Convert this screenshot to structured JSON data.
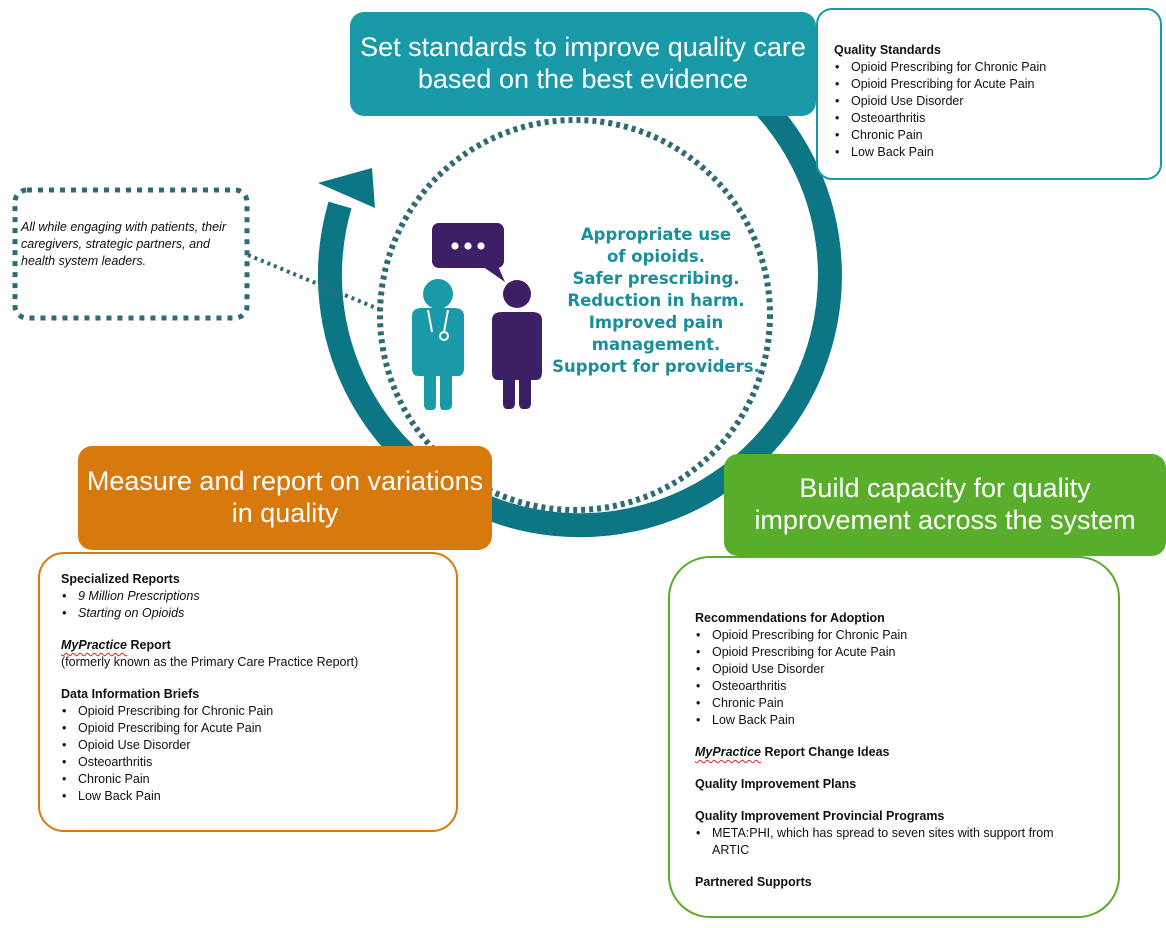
{
  "center": {
    "outcomes": [
      "Appropriate use",
      "of opioids.",
      "Safer prescribing.",
      "Reduction in harm.",
      "Improved pain",
      "management.",
      "Support for providers."
    ]
  },
  "engagement_note": "All while engaging with patients, their caregivers, strategic partners, and health system leaders.",
  "standards": {
    "banner": "Set standards to improve quality care based on the best evidence",
    "heading": "Quality Standards",
    "items": [
      "Opioid Prescribing for Chronic Pain",
      "Opioid Prescribing for Acute Pain",
      "Opioid Use Disorder",
      "Osteoarthritis",
      "Chronic Pain",
      "Low Back Pain"
    ]
  },
  "measure": {
    "banner": "Measure and report on variations in quality",
    "specialized_heading": "Specialized Reports",
    "specialized_items": [
      "9 Million Prescriptions",
      "Starting on Opioids"
    ],
    "mypractice_brand": "MyPractice",
    "mypractice_suffix": " Report",
    "mypractice_note": "(formerly known as the Primary Care Practice Report)",
    "briefs_heading": "Data Information Briefs",
    "briefs_items": [
      "Opioid Prescribing for Chronic Pain",
      "Opioid Prescribing for Acute Pain",
      "Opioid Use Disorder",
      "Osteoarthritis",
      "Chronic Pain",
      "Low Back Pain"
    ]
  },
  "build": {
    "banner": "Build capacity for quality improvement across the system",
    "adoption_heading": "Recommendations for Adoption",
    "adoption_items": [
      "Opioid Prescribing for Chronic Pain",
      "Opioid Prescribing for Acute Pain",
      "Opioid Use Disorder",
      "Osteoarthritis",
      "Chronic Pain",
      "Low Back Pain"
    ],
    "change_brand": "MyPractice",
    "change_suffix": " Report Change Ideas",
    "qip_heading": "Quality Improvement Plans",
    "programs_heading": "Quality Improvement Provincial Programs",
    "programs_items": [
      "META:PHI, which has spread to seven sites with support from ARTIC"
    ],
    "partnered_heading": "Partnered Supports"
  },
  "colors": {
    "teal": "#1a9aa8",
    "dark_teal": "#0c7684",
    "orange": "#d8790e",
    "green": "#58ad2a",
    "purple": "#3d1f66",
    "dotted_teal": "#2e6b74",
    "center_text": "#1a8f9a"
  },
  "icons": [
    "cycle-arrow-icon",
    "speech-bubble-icon",
    "doctor-icon",
    "person-icon"
  ]
}
